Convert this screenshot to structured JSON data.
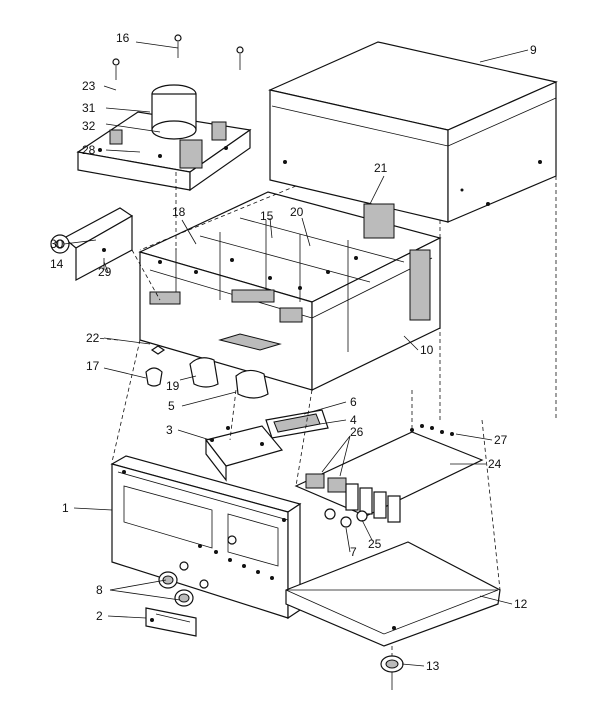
{
  "callouts": {
    "c1": "1",
    "c2": "2",
    "c3": "3",
    "c4": "4",
    "c5": "5",
    "c6": "6",
    "c7": "7",
    "c8": "8",
    "c9": "9",
    "c10": "10",
    "c12": "12",
    "c13": "13",
    "c14": "14",
    "c15": "15",
    "c16": "16",
    "c17": "17",
    "c18": "18",
    "c19": "19",
    "c20": "20",
    "c21": "21",
    "c22": "22",
    "c23": "23",
    "c24": "24",
    "c25": "25",
    "c26": "26",
    "c27": "27",
    "c28": "28",
    "c29": "29",
    "c30": "30",
    "c31": "31",
    "c32": "32"
  }
}
